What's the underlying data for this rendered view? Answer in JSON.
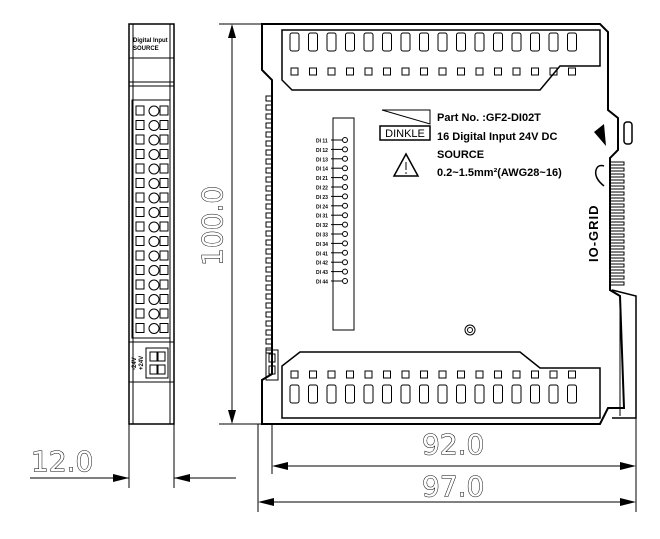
{
  "dimensions": {
    "height": "100.0",
    "width_side": "92.0",
    "width_total": "97.0",
    "width_front": "12.0"
  },
  "front_panel": {
    "title_line1": "Digital Input",
    "title_line2": "SOURCE",
    "power_labels": [
      "-24V",
      "+24V"
    ]
  },
  "side_label": {
    "brand": "DINKLE",
    "part_no": "Part No. :GF2-DI02T",
    "description": "16 Digital Input 24V DC",
    "type": "SOURCE",
    "wire": "0.2~1.5mm²(AWG28~16)",
    "logo_text": "IO-GRID"
  },
  "channels": [
    "DI 11",
    "DI 12",
    "DI 13",
    "DI 14",
    "DI 21",
    "DI 22",
    "DI 23",
    "DI 24",
    "DI 31",
    "DI 32",
    "DI 33",
    "DI 34",
    "DI 41",
    "DI 42",
    "DI 43",
    "DI 44"
  ],
  "icons": {
    "warning": "warning-triangle-icon",
    "ground": "ground-symbol-icon",
    "arrow": "arrow-marker-icon"
  }
}
